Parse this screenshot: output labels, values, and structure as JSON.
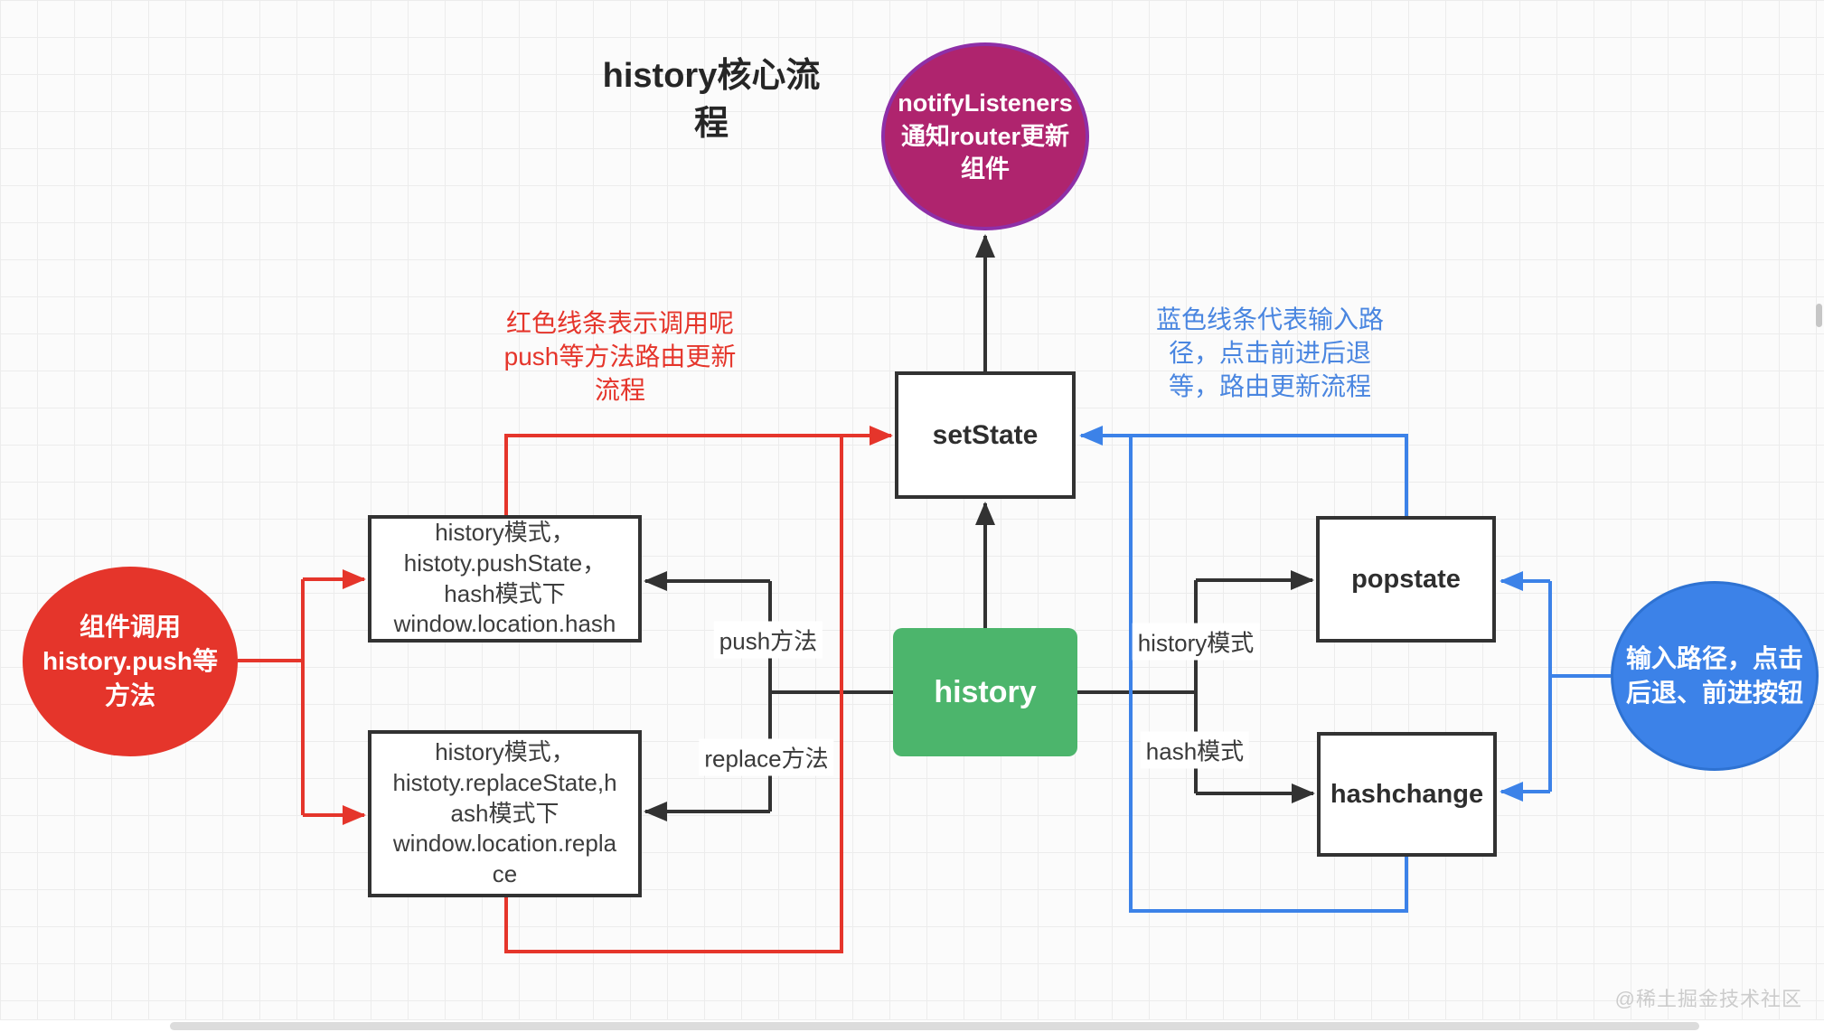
{
  "title": "history核心流\n程",
  "colors": {
    "red": "#e5352b",
    "blue": "#3c82e8",
    "note-blue": "#4a86e0",
    "black": "#323232",
    "green": "#4cb56c",
    "magenta": "#af246e",
    "magenta-border": "#8e2fa7",
    "blue-border": "#2e72d2"
  },
  "annotations": {
    "red_note": "红色线条表示调用呢\npush等方法路由更新\n流程",
    "blue_note": "蓝色线条代表输入路\n径，点击前进后退\n等，路由更新流程"
  },
  "nodes": {
    "notify_listeners": "notifyListeners\n通知router更新\n组件",
    "set_state": "setState",
    "history": "history",
    "push_state_box": "history模式，\nhistoty.pushState，\nhash模式下\nwindow.location.hash",
    "replace_state_box": "history模式，\nhistoty.replaceState,h\nash模式下\nwindow.location.repla\nce",
    "component_call": "组件调用\nhistory.push等\n方法",
    "popstate": "popstate",
    "hashchange": "hashchange",
    "input_path": "输入路径，点击\n后退、前进按钮"
  },
  "edge_labels": {
    "push": "push方法",
    "replace": "replace方法",
    "history_mode": "history模式",
    "hash_mode": "hash模式"
  },
  "watermark": "@稀土掘金技术社区"
}
